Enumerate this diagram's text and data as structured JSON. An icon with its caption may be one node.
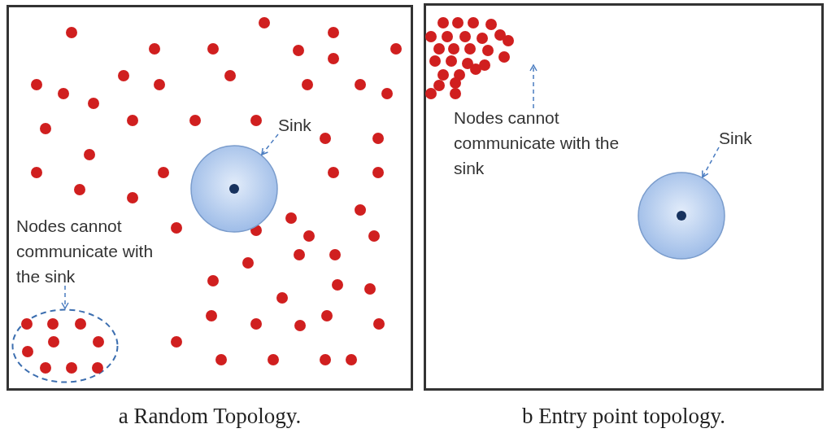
{
  "diagram": {
    "nodes": [
      {
        "text": [
          "a Random Topology."
        ]
      },
      {
        "text": [
          "Sink"
        ],
        "in": 0
      },
      {
        "text": [],
        "shape": "circle",
        "in": 0
      },
      {
        "text": [
          "Nodes cannot communicate with the sink"
        ],
        "in": 0
      },
      {
        "text": [],
        "shape": "circle",
        "in": 0
      },
      {
        "text": [
          "b Entry point topology."
        ]
      },
      {
        "text": [
          "Nodes cannot communicate with the sink"
        ],
        "in": 5
      },
      {
        "text": [
          "Sink"
        ],
        "in": 5
      },
      {
        "text": [],
        "shape": "circle",
        "in": 5
      }
    ],
    "edges": [
      {
        "from": 1,
        "to": 2,
        "arrow": "to",
        "style": "dashed"
      },
      {
        "from": 3,
        "to": 4,
        "arrow": "to",
        "style": "dashed"
      },
      {
        "from": 6,
        "to": null,
        "arrow": "to",
        "style": "dashed"
      },
      {
        "from": 7,
        "to": 8,
        "arrow": "to",
        "style": "dashed"
      }
    ]
  }
}
